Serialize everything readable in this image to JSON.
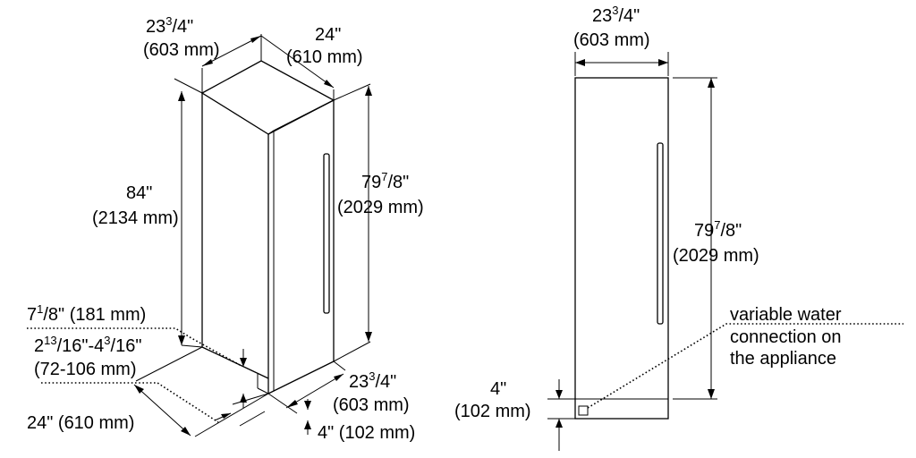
{
  "iso": {
    "width_top": {
      "whole": "23",
      "num": "3",
      "den": "4",
      "mm": "(603 mm)"
    },
    "depth_top": {
      "inch": "24\"",
      "mm": "(610 mm)"
    },
    "total_height": {
      "inch": "84\"",
      "mm": "(2134 mm)"
    },
    "cabinet_height": {
      "whole": "79",
      "num": "7",
      "den": "8",
      "mm": "(2029 mm)"
    },
    "kick_setback": {
      "whole": "7",
      "num": "1",
      "den": "8",
      "rest": "\" (181 mm)"
    },
    "kick_range": {
      "a_whole": "2",
      "a_num": "13",
      "a_den": "16",
      "b_whole": "4",
      "b_num": "3",
      "b_den": "16",
      "mm": "(72-106 mm)"
    },
    "width_bottom": {
      "whole": "23",
      "num": "3",
      "den": "4",
      "mm": "(603 mm)"
    },
    "depth_bottom": {
      "text": "24\" (610 mm)"
    },
    "kick_height": {
      "text": "4\" (102 mm)"
    }
  },
  "front": {
    "width": {
      "whole": "23",
      "num": "3",
      "den": "4",
      "mm": "(603 mm)"
    },
    "cabinet_height": {
      "whole": "79",
      "num": "7",
      "den": "8",
      "mm": "(2029 mm)"
    },
    "kick_height": {
      "inch": "4\"",
      "mm": "(102 mm)"
    },
    "water_note": [
      "variable water",
      "connection on",
      "the appliance"
    ]
  }
}
